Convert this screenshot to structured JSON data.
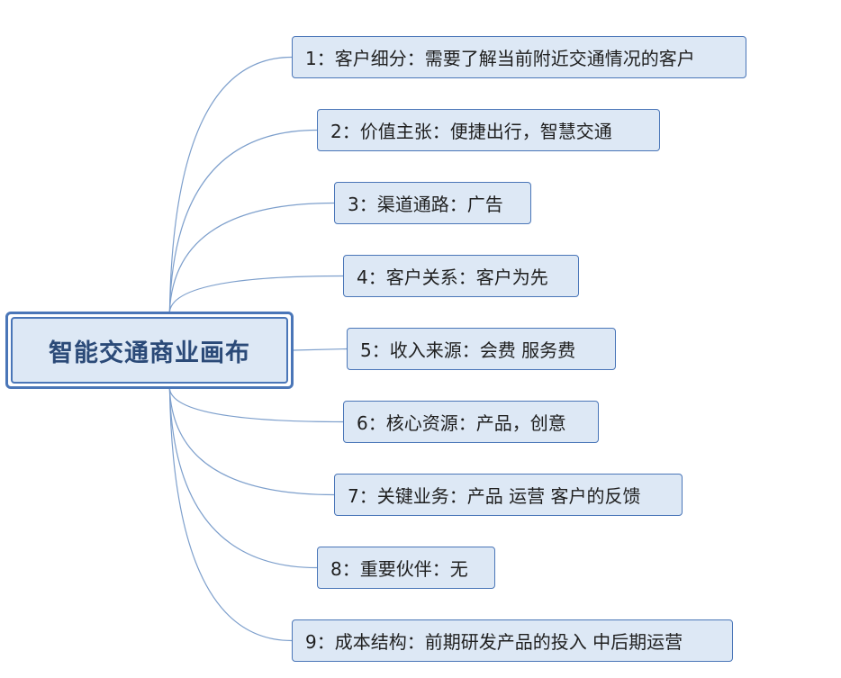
{
  "central": {
    "label": "智能交通商业画布"
  },
  "branches": [
    {
      "label": "1：客户细分：需要了解当前附近交通情况的客户"
    },
    {
      "label": "2：价值主张：便捷出行，智慧交通"
    },
    {
      "label": "3：渠道通路：广告"
    },
    {
      "label": "4：客户关系：客户为先"
    },
    {
      "label": "5：收入来源：会费  服务费"
    },
    {
      "label": "6：核心资源：产品，创意"
    },
    {
      "label": "7：关键业务：产品 运营 客户的反馈"
    },
    {
      "label": "8：重要伙伴：无"
    },
    {
      "label": "9：成本结构：前期研发产品的投入 中后期运营"
    }
  ],
  "colors": {
    "node_fill": "#dde8f5",
    "node_border": "#4a76b8",
    "connector": "#7d9fcc",
    "central_text": "#2b4a78"
  }
}
